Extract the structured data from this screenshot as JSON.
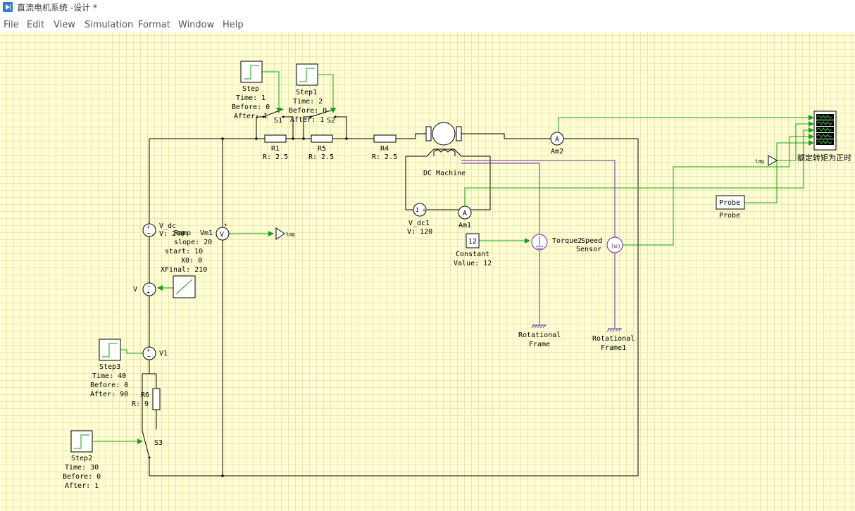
{
  "window": {
    "title": "直流电机系统 -设计 *"
  },
  "menu": [
    "File",
    "Edit",
    "View",
    "Simulation",
    "Format",
    "Window",
    "Help"
  ],
  "blocks": {
    "step": {
      "name": "Step",
      "l1": "Time: 1",
      "l2": "Before: 0",
      "l3": "After: 1"
    },
    "step1": {
      "name": "Step1",
      "l1": "Time: 2",
      "l2": "Before: 0",
      "l3": "After: 1"
    },
    "step2": {
      "name": "Step2",
      "l1": "Time: 30",
      "l2": "Before: 0",
      "l3": "After: 1"
    },
    "step3": {
      "name": "Step3",
      "l1": "Time: 40",
      "l2": "Before: 0",
      "l3": "After: 90"
    },
    "s1": "S1",
    "s2": "S2",
    "s3": "S3",
    "r1": {
      "name": "R1",
      "value": "R: 2.5"
    },
    "r5": {
      "name": "R5",
      "value": "R: 2.5"
    },
    "r4": {
      "name": "R4",
      "value": "R: 2.5"
    },
    "r6": {
      "name": "R6",
      "value": "R: 9"
    },
    "dc_machine": "DC Machine",
    "am1": "Am1",
    "am2": "Am2",
    "ammeter_symbol": "A",
    "voltmeter_symbol": "V",
    "v_dc1": {
      "name": "V_dc1",
      "value": "V: 120"
    },
    "v_dc": {
      "name": "V_dc",
      "value": "V: 240"
    },
    "ramp": {
      "name": "Ramp",
      "l1": "slope: 20",
      "l2": "start: 10",
      "l3": "X0: 0",
      "l4": "XFinal: 210"
    },
    "v_source": "V",
    "v1": "V1",
    "vm1": "Vm1",
    "constant": {
      "display": "12",
      "name": "Constant",
      "value": "Value: 12"
    },
    "torque": "Torque2",
    "speed_sensor": {
      "l1": "Speed",
      "l2": "Sensor"
    },
    "rot_frame": {
      "l1": "Rotational",
      "l2": "Frame"
    },
    "rot_frame1": {
      "l1": "Rotational",
      "l2": "Frame1"
    },
    "probe": {
      "display": "Probe",
      "name": "Probe"
    },
    "tag_label": "tag",
    "scope_label": "额定转矩为正时"
  }
}
